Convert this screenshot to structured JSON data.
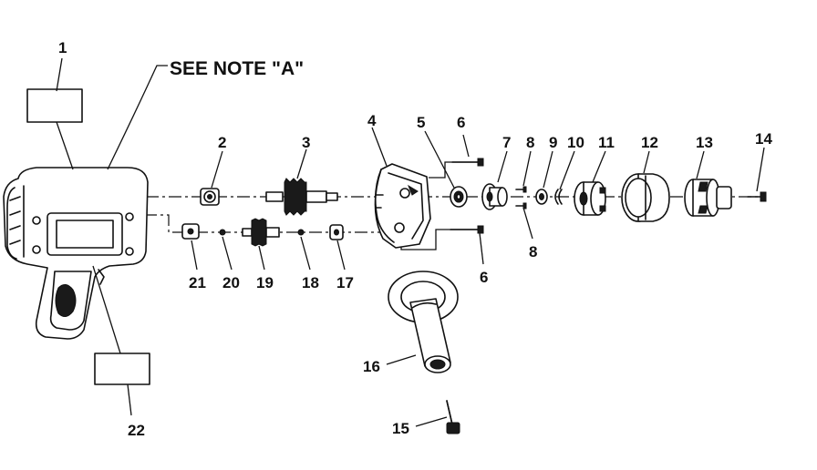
{
  "note": {
    "text": "SEE NOTE \"A\""
  },
  "callouts": [
    {
      "id": "1",
      "label": "1"
    },
    {
      "id": "2",
      "label": "2"
    },
    {
      "id": "3",
      "label": "3"
    },
    {
      "id": "4",
      "label": "4"
    },
    {
      "id": "5",
      "label": "5"
    },
    {
      "id": "6a",
      "label": "6"
    },
    {
      "id": "7",
      "label": "7"
    },
    {
      "id": "8a",
      "label": "8"
    },
    {
      "id": "9",
      "label": "9"
    },
    {
      "id": "10",
      "label": "10"
    },
    {
      "id": "11",
      "label": "11"
    },
    {
      "id": "12",
      "label": "12"
    },
    {
      "id": "13",
      "label": "13"
    },
    {
      "id": "14",
      "label": "14"
    },
    {
      "id": "8b",
      "label": "8"
    },
    {
      "id": "6b",
      "label": "6"
    },
    {
      "id": "21",
      "label": "21"
    },
    {
      "id": "20",
      "label": "20"
    },
    {
      "id": "19",
      "label": "19"
    },
    {
      "id": "18",
      "label": "18"
    },
    {
      "id": "17",
      "label": "17"
    },
    {
      "id": "16",
      "label": "16"
    },
    {
      "id": "15",
      "label": "15"
    },
    {
      "id": "22",
      "label": "22"
    }
  ]
}
